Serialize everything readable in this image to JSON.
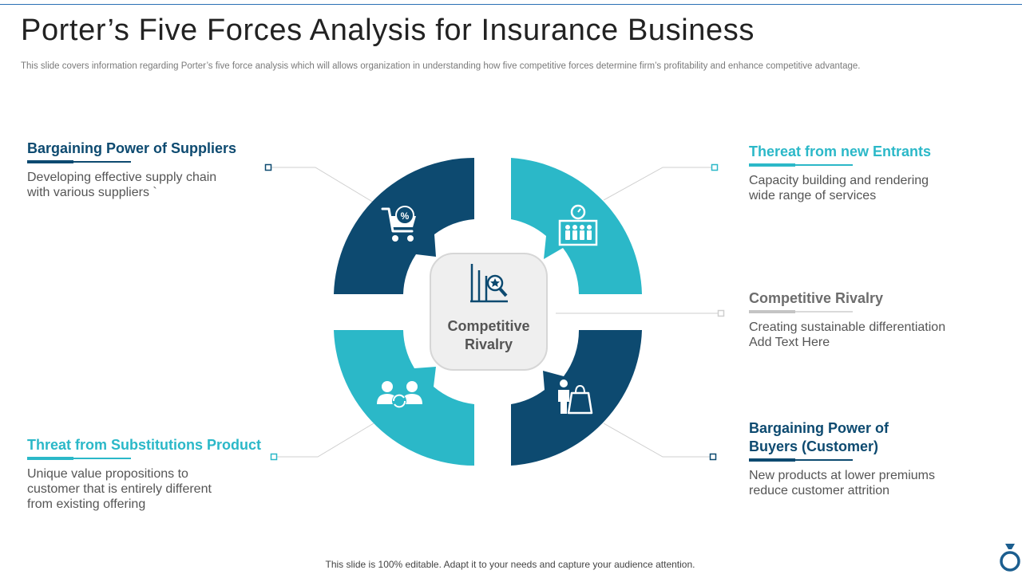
{
  "slide": {
    "title": "Porter’s Five Forces Analysis for Insurance Business",
    "subtitle": "This slide covers information regarding Porter’s five force analysis which will allows organization in understanding how five competitive forces determine firm’s profitability and enhance competitive advantage.",
    "footer": "This slide is 100% editable. Adapt it to your  needs and capture your audience attention."
  },
  "center": {
    "label": "Competitive Rivalry",
    "icon": "market-analysis-icon"
  },
  "forces": [
    {
      "heading": "Bargaining Power of Suppliers",
      "description": "Developing effective supply chain with various suppliers `",
      "icon": "shopping-cart-percent-icon",
      "color": "#0d4a70"
    },
    {
      "heading": "Thereat from new Entrants",
      "description": "Capacity building and rendering wide range of services",
      "icon": "team-timer-icon",
      "color": "#2bb8c8"
    },
    {
      "heading": "Competitive Rivalry",
      "description": "Creating sustainable differentiation Add Text Here",
      "icon": "none",
      "color": "#6d6d6d"
    },
    {
      "heading": "Bargaining Power of Buyers (Customer)",
      "description": "New products at lower premiums reduce customer attrition",
      "icon": "customer-shopping-bag-icon",
      "color": "#0d4a70"
    },
    {
      "heading": "Threat from Substitutions Product",
      "description": "Unique value propositions to customer that is entirely different from existing offering",
      "icon": "user-swap-icon",
      "color": "#2bb8c8"
    }
  ],
  "colors": {
    "dark_blue": "#0d4a70",
    "teal": "#2bb8c8",
    "grey_text": "#555555"
  }
}
